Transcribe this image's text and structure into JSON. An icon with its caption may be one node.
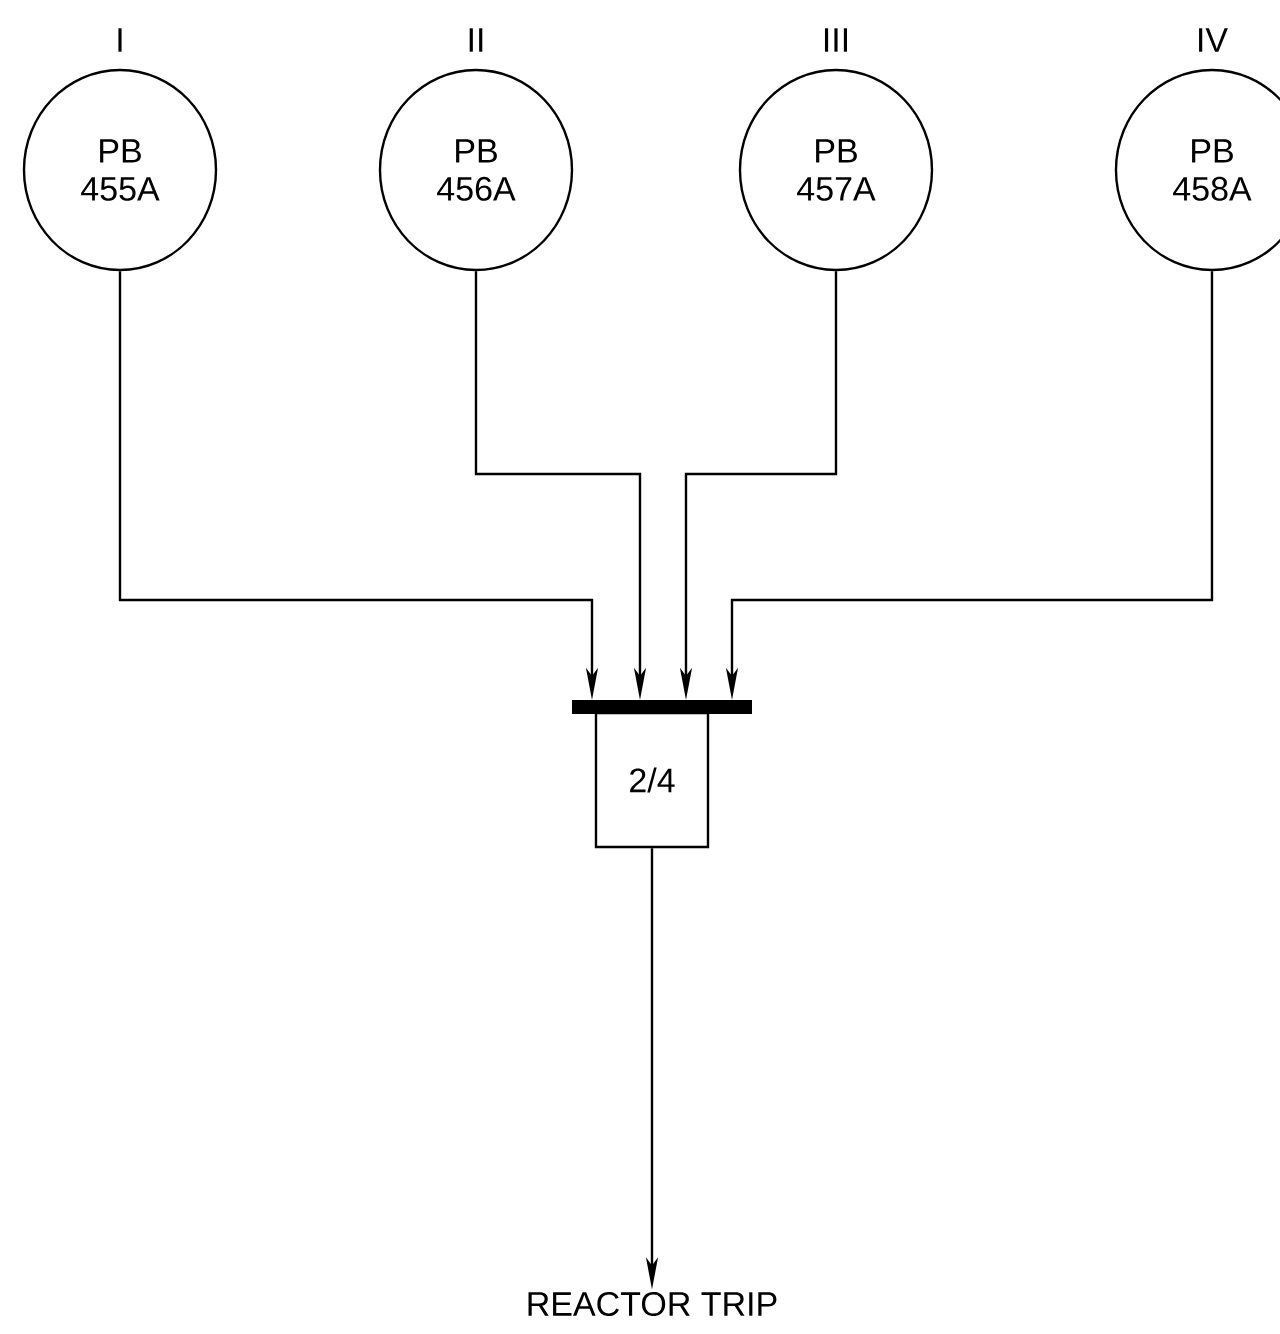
{
  "diagram": {
    "nodes": [
      {
        "text": [
          "PB 455A"
        ],
        "beside": [
          "I"
        ]
      },
      {
        "text": [
          "PB 456A"
        ],
        "beside": [
          "II"
        ]
      },
      {
        "text": [
          "PB 457A"
        ],
        "beside": [
          "III"
        ]
      },
      {
        "text": [
          "PB 458A"
        ],
        "beside": [
          "IV"
        ]
      },
      {
        "text": [
          "2/4"
        ]
      },
      {
        "text": [
          "REACTOR TRIP"
        ]
      }
    ],
    "edges": [
      {
        "from": 0,
        "to": 4,
        "arrow": "to"
      },
      {
        "from": 1,
        "to": 4,
        "arrow": "to"
      },
      {
        "from": 2,
        "to": 4,
        "arrow": "to"
      },
      {
        "from": 3,
        "to": 4,
        "arrow": "to"
      },
      {
        "from": 4,
        "to": 5,
        "arrow": "to"
      }
    ]
  }
}
